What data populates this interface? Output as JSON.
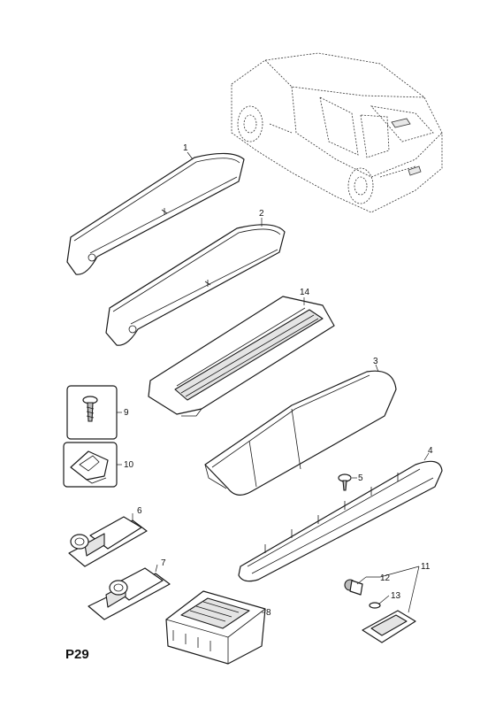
{
  "page": {
    "label": "P29"
  },
  "callouts": {
    "c1": "1",
    "c2": "2",
    "c3": "3",
    "c4": "4",
    "c5": "5",
    "c6": "6",
    "c7": "7",
    "c8": "8",
    "c9": "9",
    "c10": "10",
    "c11": "11",
    "c12": "12",
    "c13": "13",
    "c14": "14"
  },
  "colors": {
    "line": "#1a1a1a",
    "shade": "#e4e4e4",
    "background": "#ffffff"
  }
}
